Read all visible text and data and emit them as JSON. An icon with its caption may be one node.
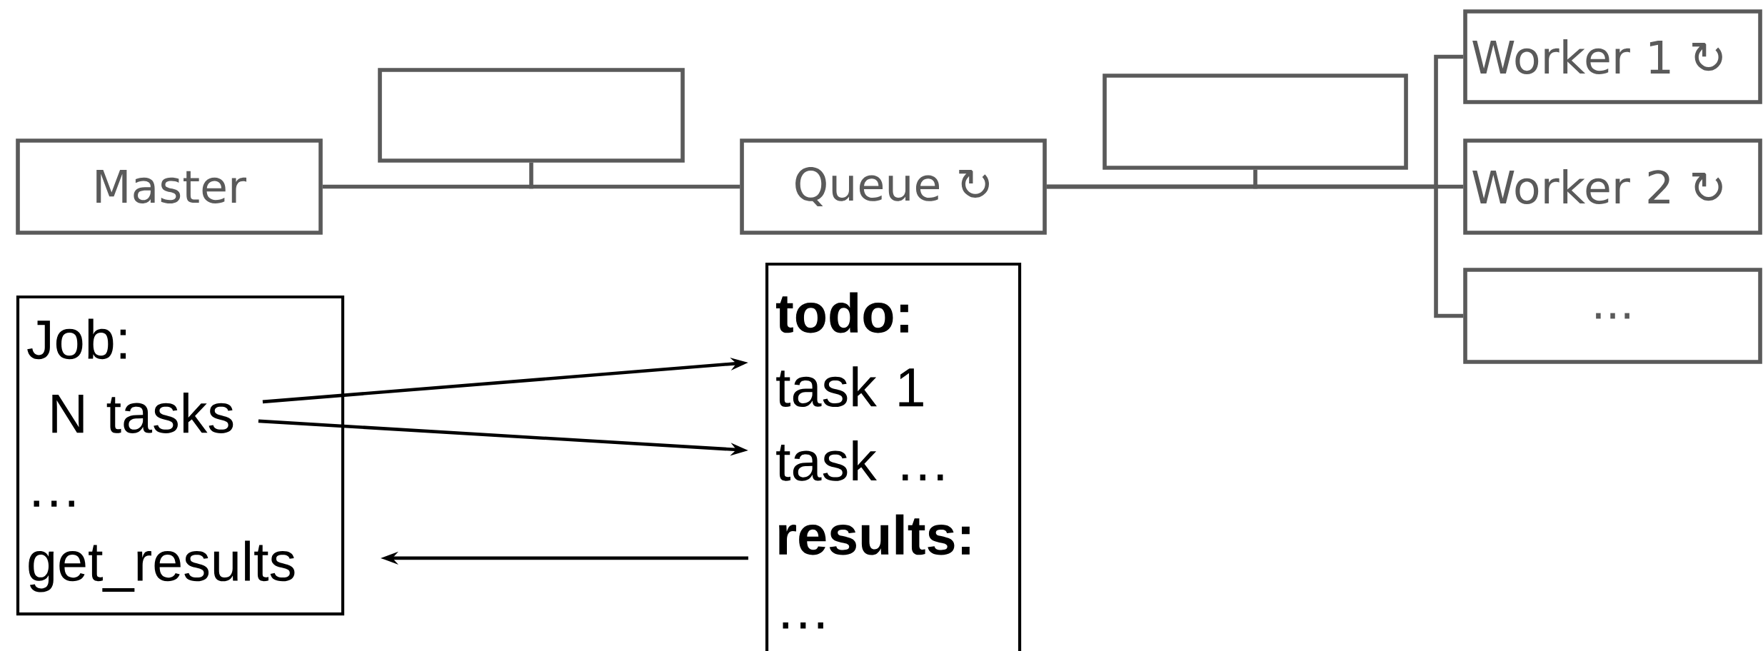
{
  "diagram": {
    "nodes": [
      {
        "text": [
          "Master"
        ]
      },
      {
        "text": [],
        "shape": "box"
      },
      {
        "text": [
          "Queue ↻"
        ]
      },
      {
        "text": [],
        "shape": "box"
      },
      {
        "text": [
          "Worker 1 ↻"
        ]
      },
      {
        "text": [
          "Worker 2 ↻"
        ]
      },
      {
        "text": [
          "..."
        ]
      },
      {
        "text": [
          "Job:",
          "N tasks",
          "…",
          "get_results"
        ]
      },
      {
        "text": [
          "todo:",
          "task 1",
          "task …",
          "results:",
          "…"
        ]
      }
    ],
    "edges": [
      {
        "from": 0,
        "to": 2,
        "arrow": "none"
      },
      {
        "from": 1,
        "to": null,
        "arrow": "none"
      },
      {
        "from": 2,
        "to": 4,
        "arrow": "none"
      },
      {
        "from": 2,
        "to": 5,
        "arrow": "none"
      },
      {
        "from": 2,
        "to": 6,
        "arrow": "none"
      },
      {
        "from": 3,
        "to": null,
        "arrow": "none"
      },
      {
        "from": 7,
        "to": 8,
        "arrow": "to"
      },
      {
        "from": 7,
        "to": 8,
        "arrow": "to"
      },
      {
        "from": 8,
        "to": 7,
        "arrow": "to"
      }
    ]
  }
}
